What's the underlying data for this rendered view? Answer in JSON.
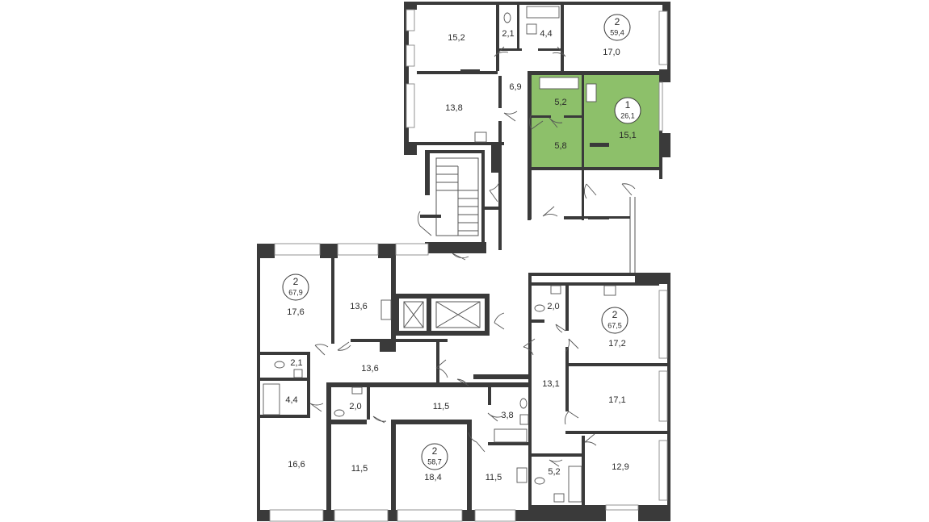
{
  "colors": {
    "wall": "#3a3a3a",
    "highlight": "#8dc06a",
    "background": "#ffffff"
  },
  "apartments": [
    {
      "id": "apt-top-right",
      "rooms": "2",
      "area": "59,4"
    },
    {
      "id": "apt-highlighted",
      "rooms": "1",
      "area": "26,1",
      "highlighted": true
    },
    {
      "id": "apt-left",
      "rooms": "2",
      "area": "67,9"
    },
    {
      "id": "apt-right",
      "rooms": "2",
      "area": "67,5"
    },
    {
      "id": "apt-bottom",
      "rooms": "2",
      "area": "58,7"
    }
  ],
  "rooms": [
    {
      "id": "r1",
      "label": "15,2"
    },
    {
      "id": "r2",
      "label": "2,1"
    },
    {
      "id": "r3",
      "label": "4,4"
    },
    {
      "id": "r4",
      "label": "17,0"
    },
    {
      "id": "r5",
      "label": "6,9"
    },
    {
      "id": "r6",
      "label": "13,8"
    },
    {
      "id": "r7",
      "label": "5,2"
    },
    {
      "id": "r8",
      "label": "15,1"
    },
    {
      "id": "r9",
      "label": "5,8"
    },
    {
      "id": "r10",
      "label": "17,6"
    },
    {
      "id": "r11",
      "label": "13,6"
    },
    {
      "id": "r12",
      "label": "2,1"
    },
    {
      "id": "r13",
      "label": "13,6"
    },
    {
      "id": "r14",
      "label": "4,4"
    },
    {
      "id": "r15",
      "label": "2,0"
    },
    {
      "id": "r16",
      "label": "17,2"
    },
    {
      "id": "r17",
      "label": "13,1"
    },
    {
      "id": "r18",
      "label": "17,1"
    },
    {
      "id": "r19",
      "label": "2,0"
    },
    {
      "id": "r20",
      "label": "11,5"
    },
    {
      "id": "r21",
      "label": "3,8"
    },
    {
      "id": "r22",
      "label": "16,6"
    },
    {
      "id": "r23",
      "label": "11,5"
    },
    {
      "id": "r24",
      "label": "18,4"
    },
    {
      "id": "r25",
      "label": "11,5"
    },
    {
      "id": "r26",
      "label": "5,2"
    },
    {
      "id": "r27",
      "label": "12,9"
    }
  ]
}
